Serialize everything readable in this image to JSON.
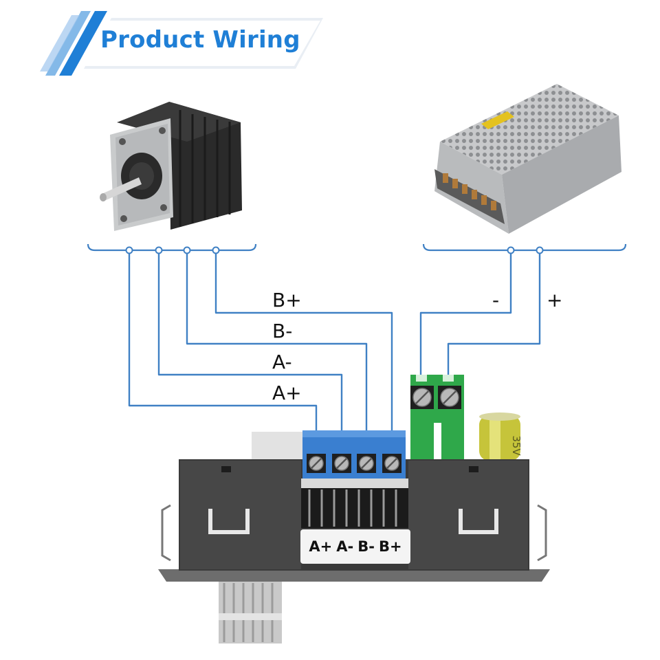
{
  "header": {
    "title": "Product Wiring"
  },
  "wiring": {
    "motor_wires": [
      {
        "label": "B+"
      },
      {
        "label": "B-"
      },
      {
        "label": "A-"
      },
      {
        "label": "A+"
      }
    ],
    "power_wires": [
      {
        "label": "-"
      },
      {
        "label": "+"
      }
    ]
  },
  "board": {
    "terminal_labels": [
      "A+",
      "A-",
      "B-",
      "B+"
    ],
    "capacitor_marking": "35V"
  },
  "colors": {
    "banner_blue": "#1f7fd6",
    "wire_blue": "#3f80c4",
    "terminal_blue": "#3a7fd0",
    "terminal_green": "#2fa84a"
  }
}
